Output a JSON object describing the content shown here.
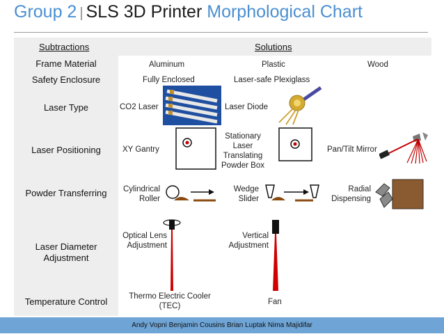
{
  "header": {
    "group": "Group 2",
    "separator": "|",
    "title_main": "SLS 3D Printer",
    "title_accent": "Morphological Chart"
  },
  "table": {
    "col_subtractions": "Subtractions",
    "col_solutions": "Solutions",
    "rows": {
      "frame": {
        "label": "Frame Material",
        "s1": "Aluminum",
        "s2": "Plastic",
        "s3": "Wood"
      },
      "enclosure": {
        "label": "Safety Enclosure",
        "s1": "Fully Enclosed",
        "s2": "Laser-safe Plexiglass"
      },
      "laser_type": {
        "label": "Laser Type",
        "s1": "CO2 Laser",
        "s2": "Laser Diode"
      },
      "positioning": {
        "label": "Laser Positioning",
        "s1": "XY Gantry",
        "s2": "Stationary Laser Translating Powder Box",
        "s3": "Pan/Tilt Mirror"
      },
      "powder": {
        "label": "Powder Transferring",
        "s1": "Cylindrical Roller",
        "s2": "Wedge Slider",
        "s3": "Radial Dispensing"
      },
      "diameter": {
        "label": "Laser Diameter Adjustment",
        "s1": "Optical Lens Adjustment",
        "s2": "Vertical Adjustment"
      },
      "temperature": {
        "label": "Temperature Control",
        "s1": "Thermo Electric Cooler (TEC)",
        "s2": "Fan"
      }
    }
  },
  "footer": {
    "authors": "Andy Vopni   Benjamin Cousins   Brian Luptak   Nima Majidifar"
  }
}
